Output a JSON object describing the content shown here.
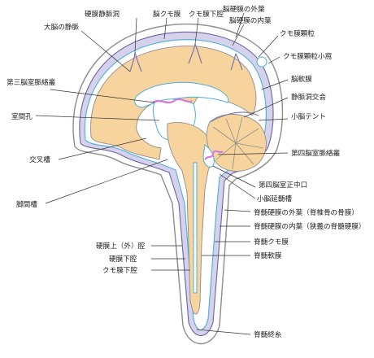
{
  "labels": {
    "dural_sinus": "硬膜静脈洞",
    "arachnoid": "脳クモ膜",
    "subarachnoid_space": "クモ膜下腔",
    "dura_outer": "脳硬膜の外葉",
    "dura_inner": "脳硬膜の内葉",
    "cerebral_vein": "大脳の静脈",
    "arachnoid_granulation": "クモ膜顆粒",
    "granular_pit": "クモ膜顆粒小窩",
    "choroid_plexus_third": "第三脳室脈絡叢",
    "pia_mater": "脳軟膜",
    "straight_sinus": "静脈洞交会",
    "interventricular_foramen": "室間孔",
    "tentorium": "小脳テント",
    "chiasmatic_cistern": "交叉槽",
    "choroid_plexus_fourth": "第四脳室脈絡叢",
    "median_aperture": "第四脳室正中口",
    "interpeduncular_cistern": "脚間槽",
    "cerebellomedullary_cistern": "小脳延髄槽",
    "spinal_dura_outer": "脊髄硬膜の外葉（脊椎骨の骨膜）",
    "spinal_dura_inner": "脊髄硬膜の内葉（狭義の脊髄硬膜）",
    "epidural_space": "硬膜上（外）腔",
    "spinal_arachnoid": "脊髄クモ膜",
    "subdural_space": "硬膜下腔",
    "spinal_pia": "脊髄軟膜",
    "spinal_subarachnoid": "クモ膜下腔",
    "filum_terminale": "脊髄終糸"
  },
  "colors": {
    "brain_tissue": "#f7d49d",
    "dura": "#d6d2ec",
    "csf_outline": "#4ab0d8",
    "choroid_plexus": "#d57ae0",
    "bone_outline": "#8c8c8c"
  }
}
